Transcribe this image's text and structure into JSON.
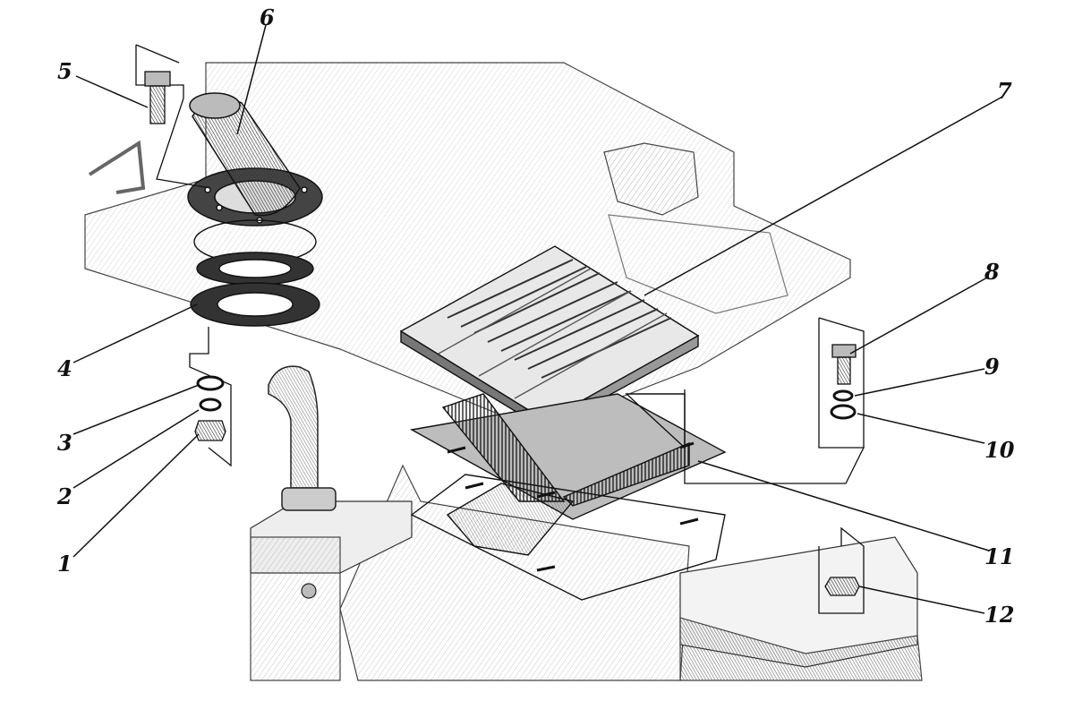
{
  "diagram": {
    "callouts": [
      {
        "id": "1",
        "label": "1"
      },
      {
        "id": "2",
        "label": "2"
      },
      {
        "id": "3",
        "label": "3"
      },
      {
        "id": "4",
        "label": "4"
      },
      {
        "id": "5",
        "label": "5"
      },
      {
        "id": "6",
        "label": "6"
      },
      {
        "id": "7",
        "label": "7"
      },
      {
        "id": "8",
        "label": "8"
      },
      {
        "id": "9",
        "label": "9"
      },
      {
        "id": "10",
        "label": "10"
      },
      {
        "id": "11",
        "label": "11"
      },
      {
        "id": "12",
        "label": "12"
      }
    ]
  },
  "colors": {
    "ink": "#111111",
    "shade": "#8a8a8a",
    "light": "#d9d9d9",
    "paper": "#ffffff"
  }
}
